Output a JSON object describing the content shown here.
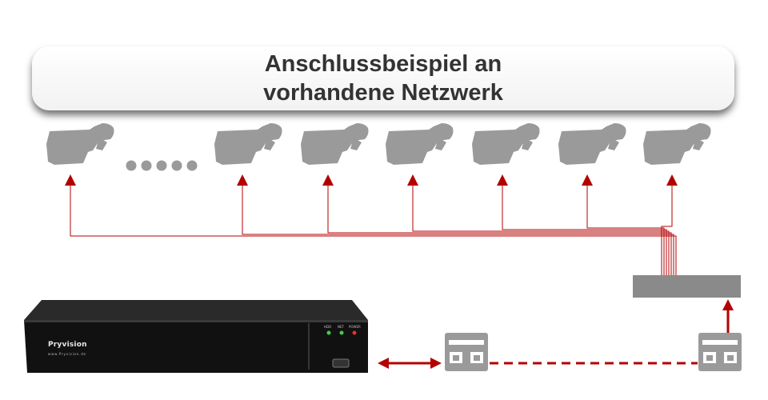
{
  "title": {
    "line1": "Anschlussbeispiel an",
    "line2": "vorhandene Netzwerk"
  },
  "recorder": {
    "brand": "Pryvision",
    "website": "www.Pryvision.de",
    "leds": [
      "HDD",
      "NET",
      "POWER"
    ]
  },
  "cameras": {
    "count_visible": 7,
    "ellipsis_dots": 5
  },
  "colors": {
    "cable": "#b30000",
    "camera": "#9a9a9a",
    "switch": "#8a8a8a",
    "wall_socket": "#9a9a9a"
  }
}
